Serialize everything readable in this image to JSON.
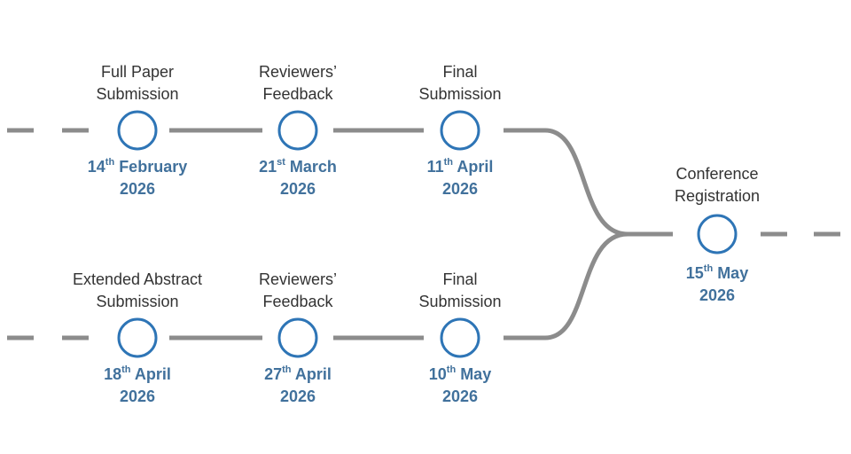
{
  "colors": {
    "line": "#8c8c8c",
    "circle": "#2e75b6",
    "date_text": "#41719c",
    "label_text": "#333333"
  },
  "tracks": [
    {
      "name": "full-paper",
      "milestones": [
        {
          "label": [
            "Full Paper",
            "Submission"
          ],
          "day": "14",
          "suffix": "th",
          "month": "February",
          "year": "2026"
        },
        {
          "label": [
            "Reviewers’",
            "Feedback"
          ],
          "day": "21",
          "suffix": "st",
          "month": "March",
          "year": "2026"
        },
        {
          "label": [
            "Final",
            "Submission"
          ],
          "day": "11",
          "suffix": "th",
          "month": "April",
          "year": "2026"
        }
      ]
    },
    {
      "name": "extended-abstract",
      "milestones": [
        {
          "label": [
            "Extended Abstract",
            "Submission"
          ],
          "day": "18",
          "suffix": "th",
          "month": "April",
          "year": "2026"
        },
        {
          "label": [
            "Reviewers’",
            "Feedback"
          ],
          "day": "27",
          "suffix": "th",
          "month": "April",
          "year": "2026"
        },
        {
          "label": [
            "Final",
            "Submission"
          ],
          "day": "10",
          "suffix": "th",
          "month": "May",
          "year": "2026"
        }
      ]
    }
  ],
  "final_milestone": {
    "label": [
      "Conference",
      "Registration"
    ],
    "day": "15",
    "suffix": "th",
    "month": "May",
    "year": "2026"
  }
}
